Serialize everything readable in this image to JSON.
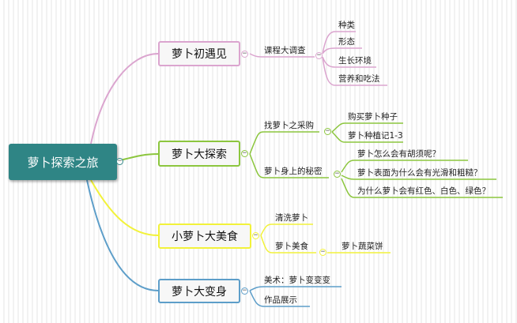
{
  "root": {
    "label": "萝卜探索之旅"
  },
  "colors": {
    "pink": "#dba5cf",
    "green": "#8cc63e",
    "yellow": "#f2f23a",
    "blue": "#5d9ec9",
    "root": "#2f8585"
  },
  "branches": [
    {
      "label": "萝卜初遇见",
      "children": [
        {
          "label": "课程大调查",
          "children": [
            "种类",
            "形态",
            "生长环境",
            "营养和吃法"
          ]
        }
      ]
    },
    {
      "label": "萝卜大探索",
      "children": [
        {
          "label": "找萝卜之采购",
          "children": [
            "购买萝卜种子",
            "萝卜种植记1-3"
          ]
        },
        {
          "label": "萝卜身上的秘密",
          "children": [
            "萝卜怎么会有胡须呢？",
            "萝卜表面为什么会有光滑和粗糙？",
            "为什么萝卜会有红色、白色、绿色？"
          ]
        }
      ]
    },
    {
      "label": "小萝卜大美食",
      "children": [
        {
          "label": "清洗萝卜"
        },
        {
          "label": "萝卜美食",
          "children": [
            "萝卜蔬菜饼"
          ]
        }
      ]
    },
    {
      "label": "萝卜大变身",
      "children": [
        {
          "label": "美术：萝卜变变变"
        },
        {
          "label": "作品展示"
        }
      ]
    }
  ]
}
